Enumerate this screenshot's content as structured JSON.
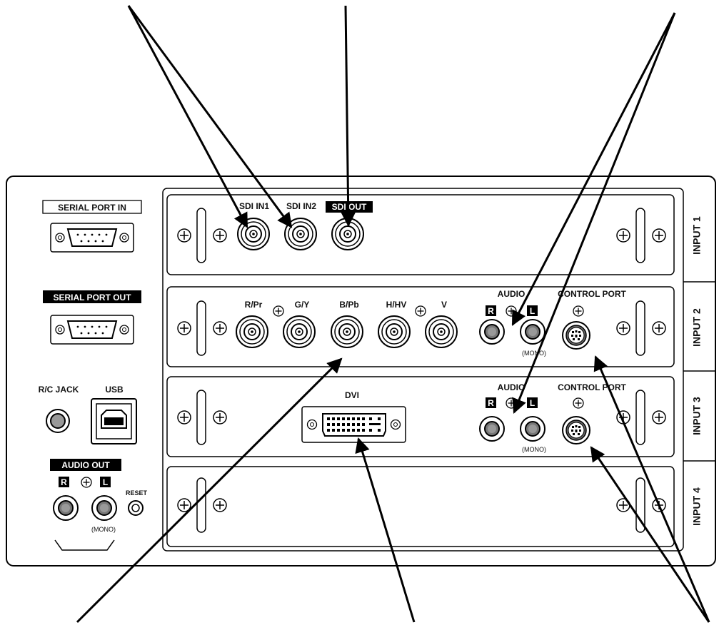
{
  "panel_labels": {
    "serial_port_in": "SERIAL PORT IN",
    "serial_port_out": "SERIAL PORT OUT",
    "rc_jack": "R/C JACK",
    "usb": "USB",
    "audio_out": "AUDIO OUT",
    "reset": "RESET",
    "mono": "(MONO)",
    "right": "R",
    "left": "L"
  },
  "slots": [
    {
      "name": "INPUT 1",
      "connectors": [
        "SDI IN1",
        "SDI IN2",
        "SDI OUT"
      ]
    },
    {
      "name": "INPUT 2",
      "connectors": [
        "R/Pr",
        "G/Y",
        "B/Pb",
        "H/HV",
        "V"
      ],
      "audio": "AUDIO",
      "audio_right": "R",
      "audio_left": "L",
      "mono": "(MONO)",
      "control": "CONTROL PORT"
    },
    {
      "name": "INPUT 3",
      "connectors": [
        "DVI"
      ],
      "audio": "AUDIO",
      "audio_right": "R",
      "audio_left": "L",
      "mono": "(MONO)",
      "control": "CONTROL PORT"
    },
    {
      "name": "INPUT 4",
      "connectors": []
    }
  ]
}
